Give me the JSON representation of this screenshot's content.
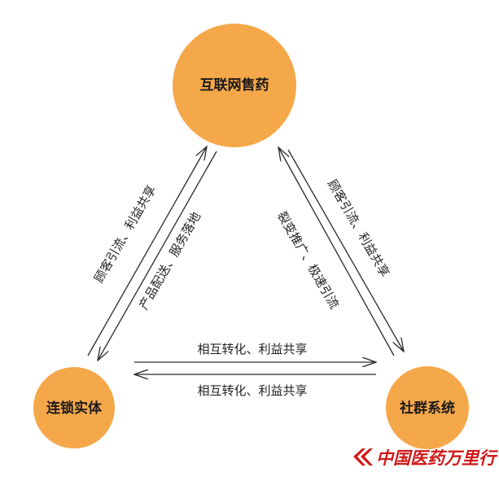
{
  "nodes": {
    "internet": {
      "label": "互联网售药"
    },
    "chain": {
      "label": "连锁实体"
    },
    "community": {
      "label": "社群系统"
    }
  },
  "edges": {
    "chain_to_internet": "顾客引流、利益共享",
    "internet_to_chain": "产品配送、服务落地",
    "internet_to_community": "顾客引流、利益共享",
    "community_to_internet": "裂变推广、极速引流",
    "chain_to_community": "相互转化、利益共享",
    "community_to_chain": "相互转化、利益共享"
  },
  "watermark": {
    "brand": "中国医药万里行"
  },
  "colors": {
    "node_fill": "#f5a84a",
    "arrow": "#2a2a2a",
    "watermark_red": "#d01818"
  }
}
